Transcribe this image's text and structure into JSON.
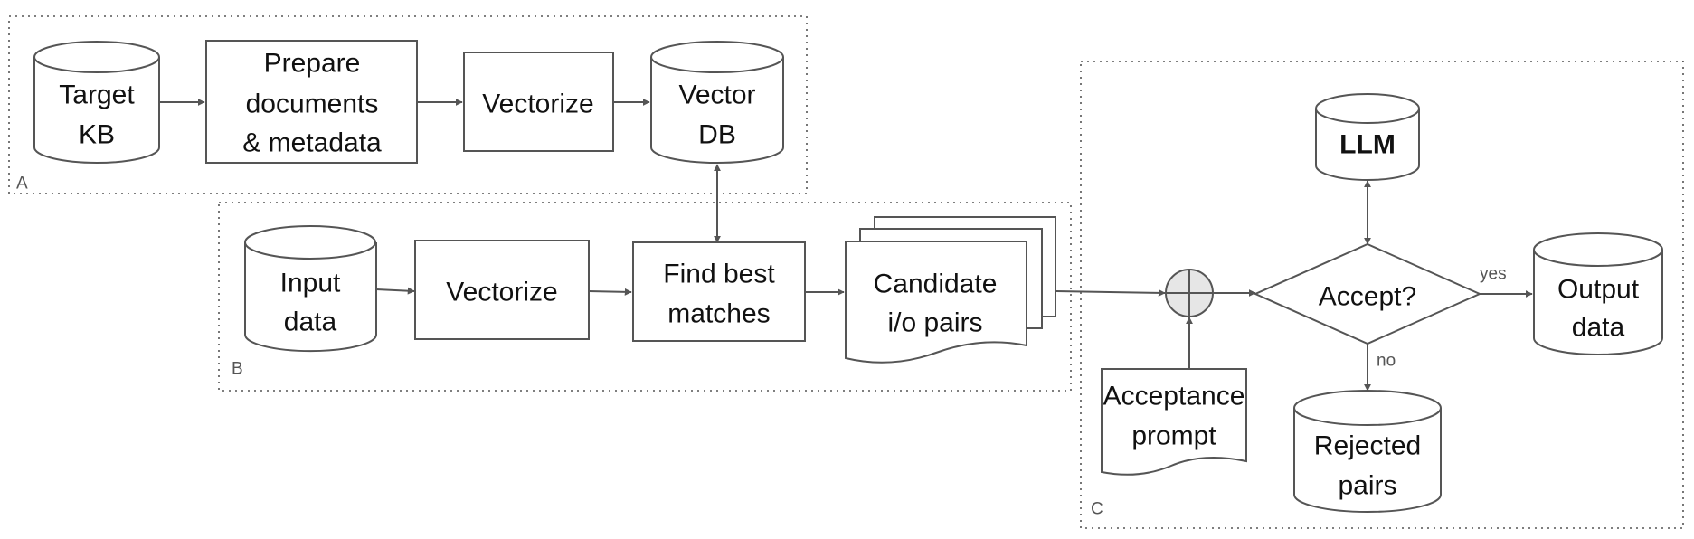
{
  "groups": {
    "a": {
      "label": "A"
    },
    "b": {
      "label": "B"
    },
    "c": {
      "label": "C"
    }
  },
  "nodes": {
    "target_kb": [
      "Target",
      "KB"
    ],
    "prepare": [
      "Prepare",
      "documents",
      "& metadata"
    ],
    "vectorize_a": [
      "Vectorize"
    ],
    "vector_db": [
      "Vector",
      "DB"
    ],
    "input_data": [
      "Input",
      "data"
    ],
    "vectorize_b": [
      "Vectorize"
    ],
    "find_best": [
      "Find best",
      "matches"
    ],
    "candidate": [
      "Candidate",
      "i/o pairs"
    ],
    "llm": [
      "LLM"
    ],
    "accept": [
      "Accept?"
    ],
    "output_data": [
      "Output",
      "data"
    ],
    "acceptance_prompt": [
      "Acceptance",
      "prompt"
    ],
    "rejected": [
      "Rejected",
      "pairs"
    ]
  },
  "edge_labels": {
    "yes": "yes",
    "no": "no"
  },
  "colors": {
    "stroke": "#555555",
    "text": "#111111",
    "junction_fill": "#e6e6e6"
  }
}
